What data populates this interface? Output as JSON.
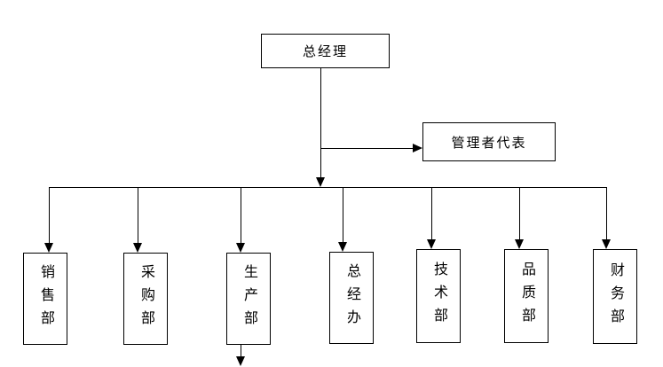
{
  "colors": {
    "line": "#000000",
    "background": "#ffffff",
    "text": "#000000"
  },
  "diagram": {
    "type": "organization-chart",
    "root_label": "总经理",
    "staff_label": "管理者代表",
    "departments": [
      "销售部",
      "采购部",
      "生产部",
      "总经办",
      "技术部",
      "品质部",
      "财务部"
    ]
  }
}
